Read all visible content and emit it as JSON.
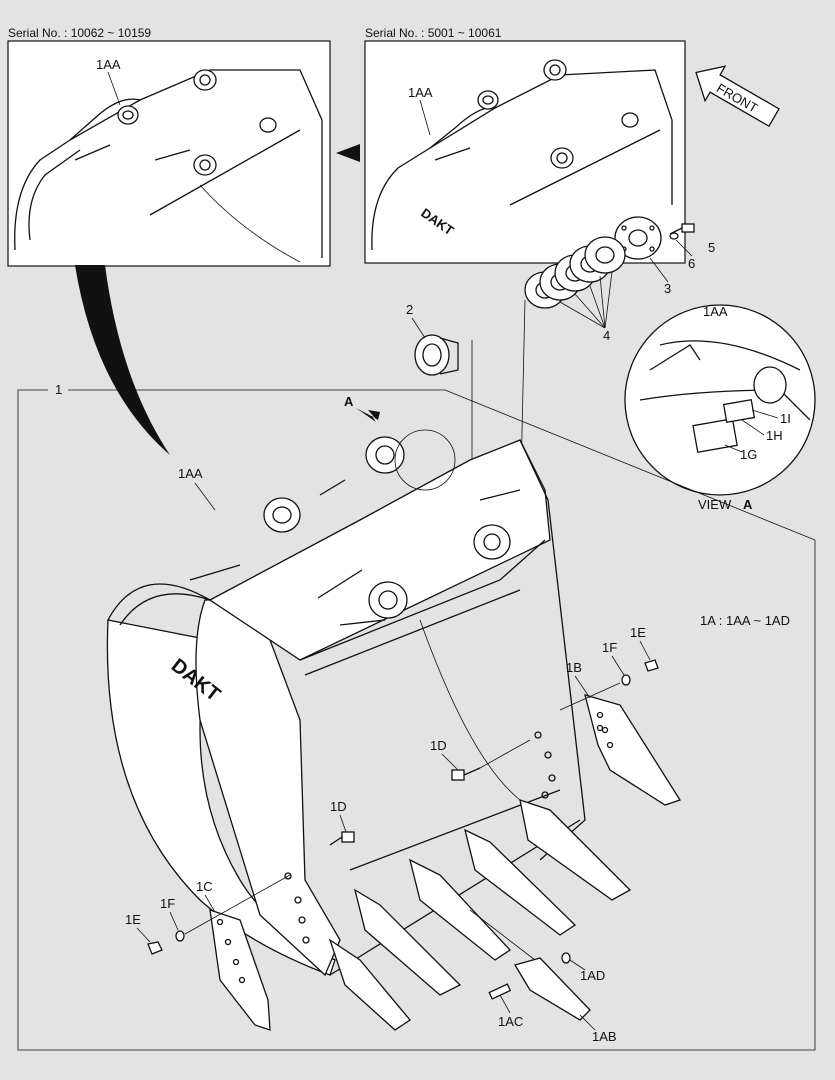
{
  "header": {
    "serial_left": "Serial No. : 10062 ~ 10159",
    "serial_right": "Serial No. : 5001 ~ 10061"
  },
  "front_arrow": "FRONT",
  "brand_mark": "DAKT",
  "view_a": {
    "title": "VIEW",
    "letter": "A"
  },
  "assembly_note": "1A : 1AA ~ 1AD",
  "callouts": {
    "c1": "1",
    "c1aa_main": "1AA",
    "c1aa_inset_l": "1AA",
    "c1aa_inset_r": "1AA",
    "c1aa_view": "1AA",
    "c2": "2",
    "c3": "3",
    "c4": "4",
    "c5": "5",
    "c6": "6",
    "c1b": "1B",
    "c1c": "1C",
    "c1d_r": "1D",
    "c1d_l": "1D",
    "c1e_r": "1E",
    "c1e_l": "1E",
    "c1f_r": "1F",
    "c1f_l": "1F",
    "c1g": "1G",
    "c1h": "1H",
    "c1i": "1I",
    "c1ab": "1AB",
    "c1ac": "1AC",
    "c1ad": "1AD",
    "view_arrow": "A"
  }
}
